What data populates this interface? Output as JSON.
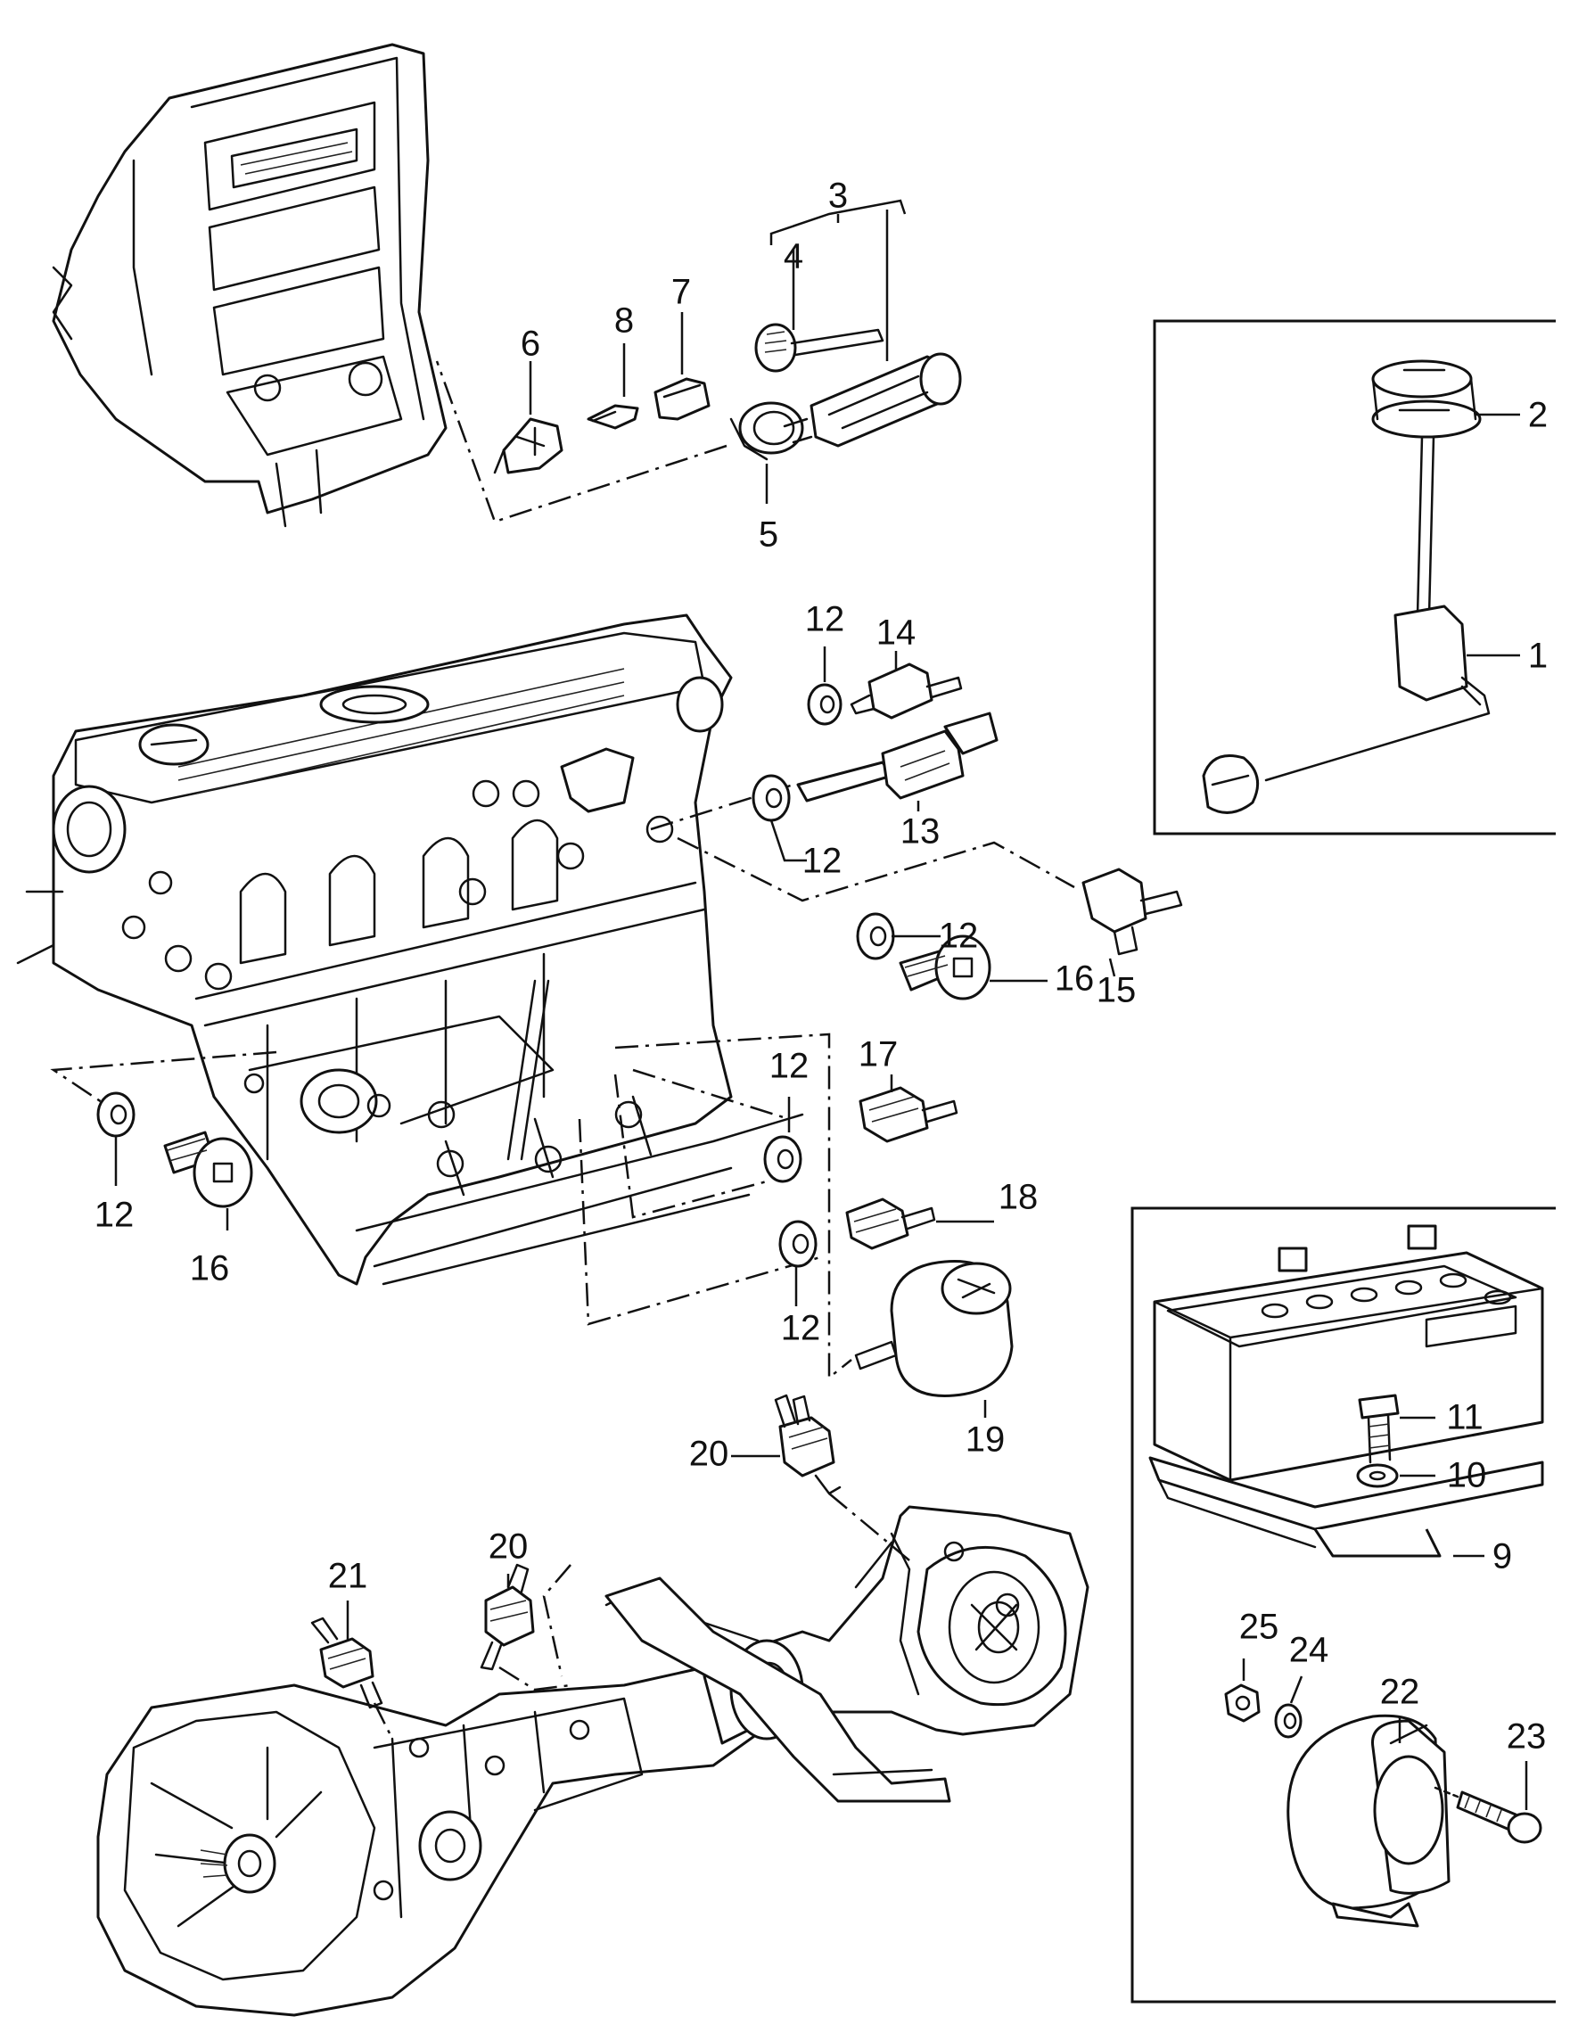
{
  "callouts": [
    {
      "id": "c1",
      "text": "1"
    },
    {
      "id": "c2",
      "text": "2"
    },
    {
      "id": "c3",
      "text": "3"
    },
    {
      "id": "c4",
      "text": "4"
    },
    {
      "id": "c5",
      "text": "5"
    },
    {
      "id": "c6",
      "text": "6"
    },
    {
      "id": "c7",
      "text": "7"
    },
    {
      "id": "c8",
      "text": "8"
    },
    {
      "id": "c9",
      "text": "9"
    },
    {
      "id": "c10",
      "text": "10"
    },
    {
      "id": "c11",
      "text": "11"
    },
    {
      "id": "c12a",
      "text": "12"
    },
    {
      "id": "c12b",
      "text": "12"
    },
    {
      "id": "c12c",
      "text": "12"
    },
    {
      "id": "c12d",
      "text": "12"
    },
    {
      "id": "c12e",
      "text": "12"
    },
    {
      "id": "c12f",
      "text": "12"
    },
    {
      "id": "c13",
      "text": "13"
    },
    {
      "id": "c14",
      "text": "14"
    },
    {
      "id": "c15",
      "text": "15"
    },
    {
      "id": "c16a",
      "text": "16"
    },
    {
      "id": "c16b",
      "text": "16"
    },
    {
      "id": "c17",
      "text": "17"
    },
    {
      "id": "c18",
      "text": "18"
    },
    {
      "id": "c19",
      "text": "19"
    },
    {
      "id": "c20a",
      "text": "20"
    },
    {
      "id": "c20b",
      "text": "20"
    },
    {
      "id": "c21",
      "text": "21"
    },
    {
      "id": "c22",
      "text": "22"
    },
    {
      "id": "c23",
      "text": "23"
    },
    {
      "id": "c24",
      "text": "24"
    },
    {
      "id": "c25",
      "text": "25"
    }
  ]
}
